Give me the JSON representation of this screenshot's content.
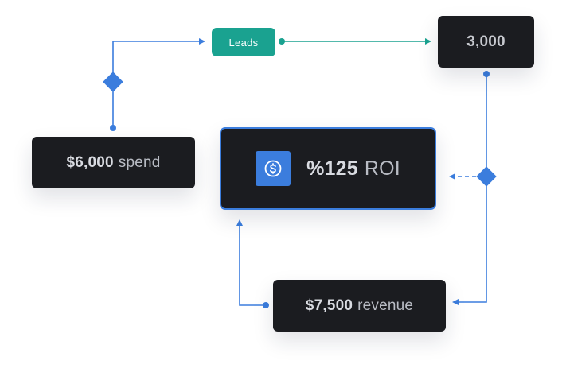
{
  "nodes": {
    "spend": {
      "value": "$6,000",
      "label": "spend"
    },
    "leads": {
      "label": "Leads"
    },
    "count": {
      "value": "3,000"
    },
    "roi": {
      "value": "%125",
      "label": "ROI",
      "icon": "dollar-coin-icon"
    },
    "revenue": {
      "value": "$7,500",
      "label": "revenue"
    }
  },
  "colors": {
    "card_background": "#1b1c20",
    "accent_blue": "#3b7ddd",
    "leads_green": "#1aa290",
    "card_text": "#b9bcc4"
  }
}
